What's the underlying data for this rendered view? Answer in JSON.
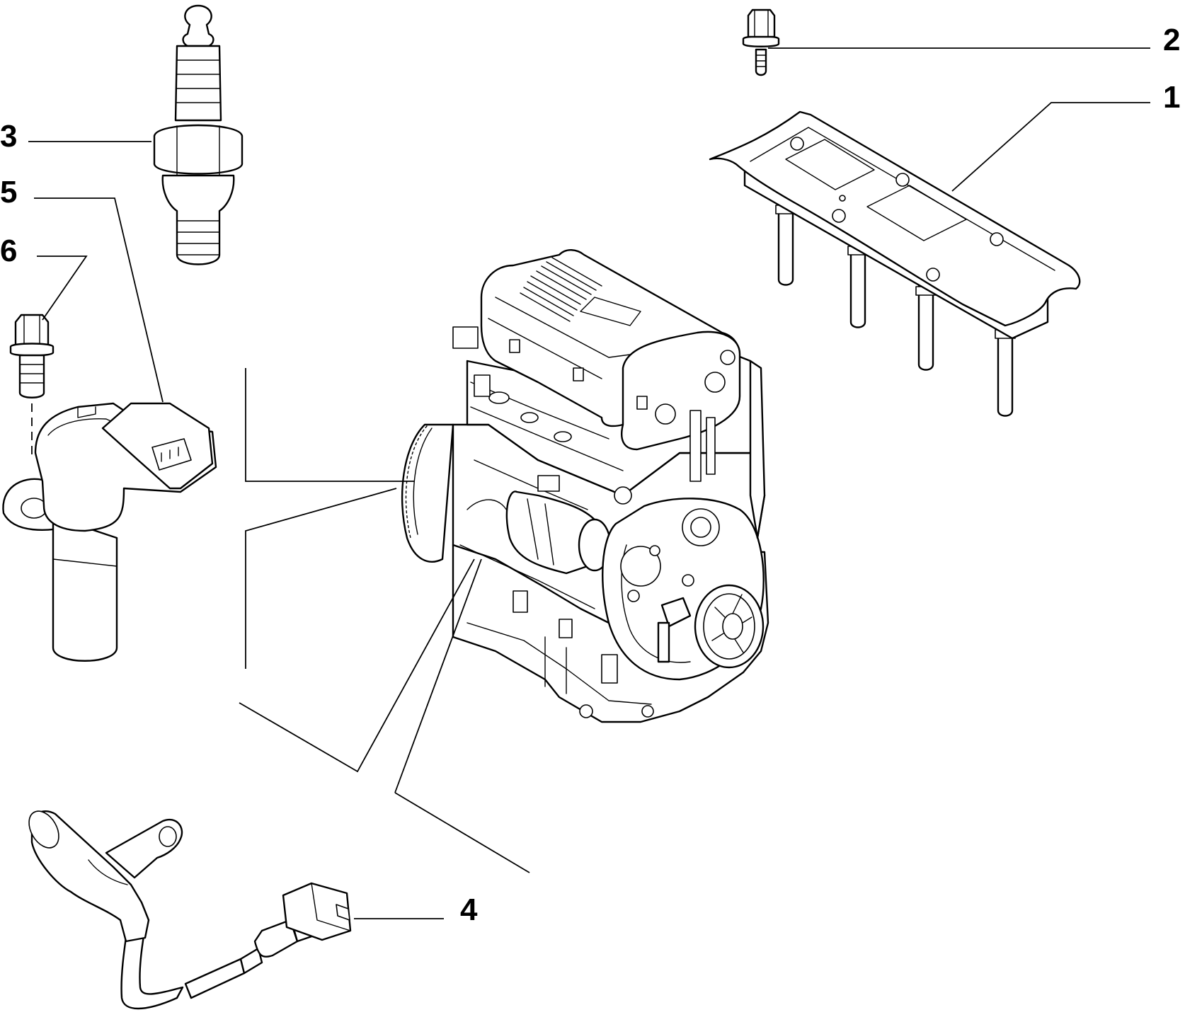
{
  "callouts": {
    "item_1": "1",
    "item_2": "2",
    "item_3": "3",
    "item_4": "4",
    "item_5": "5",
    "item_6": "6"
  },
  "parts": [
    {
      "ref": "1",
      "icon": "ignition-coil-icon"
    },
    {
      "ref": "2",
      "icon": "flange-bolt-icon"
    },
    {
      "ref": "3",
      "icon": "spark-plug-icon"
    },
    {
      "ref": "4",
      "icon": "crankshaft-sensor-icon"
    },
    {
      "ref": "5",
      "icon": "camshaft-sensor-icon"
    },
    {
      "ref": "6",
      "icon": "flange-bolt-icon"
    }
  ],
  "colors": {
    "line": "#000000",
    "background": "#ffffff"
  }
}
